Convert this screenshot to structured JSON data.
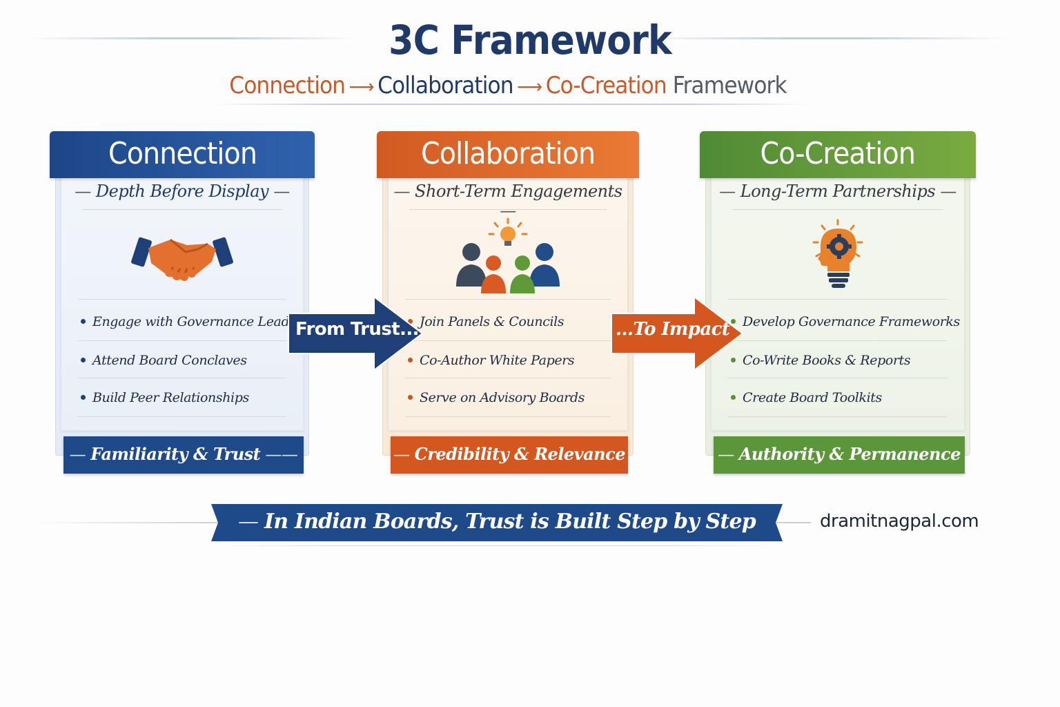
{
  "header": {
    "title": "3C Framework",
    "subtitle_parts": [
      "Connection",
      "Collaboration",
      "Co-Creation",
      "Framework"
    ],
    "arrow_glyph": "⟶"
  },
  "columns": [
    {
      "title": "Connection",
      "subtitle": "Depth Before Display",
      "icon": "handshake-icon",
      "items": [
        "Engage with Governance Leaders",
        "Attend Board Conclaves",
        "Build Peer Relationships"
      ],
      "footer": "Familiarity & Trust",
      "color": "#1f4a8a"
    },
    {
      "title": "Collaboration",
      "subtitle": "Short-Term Engagements",
      "icon": "team-lightbulb-icon",
      "items": [
        "Join Panels & Councils",
        "Co-Author White Papers",
        "Serve on Advisory Boards"
      ],
      "footer": "Credibility & Relevance",
      "color": "#d4571f"
    },
    {
      "title": "Co-Creation",
      "subtitle": "Long-Term Partnerships",
      "icon": "head-gear-lightbulb-icon",
      "items": [
        "Develop Governance Frameworks",
        "Co-Write Books & Reports",
        "Create Board Toolkits"
      ],
      "footer": "Authority & Permanence",
      "color": "#5c963a"
    }
  ],
  "arrows": [
    {
      "label": "From Trust...",
      "color": "#1f3f78"
    },
    {
      "label": "...To Impact",
      "color": "#d4571f"
    }
  ],
  "banner": {
    "text": "In Indian Boards, Trust is Built Step by Step",
    "color": "#1f4a8a"
  },
  "website": "dramitnagpal.com"
}
